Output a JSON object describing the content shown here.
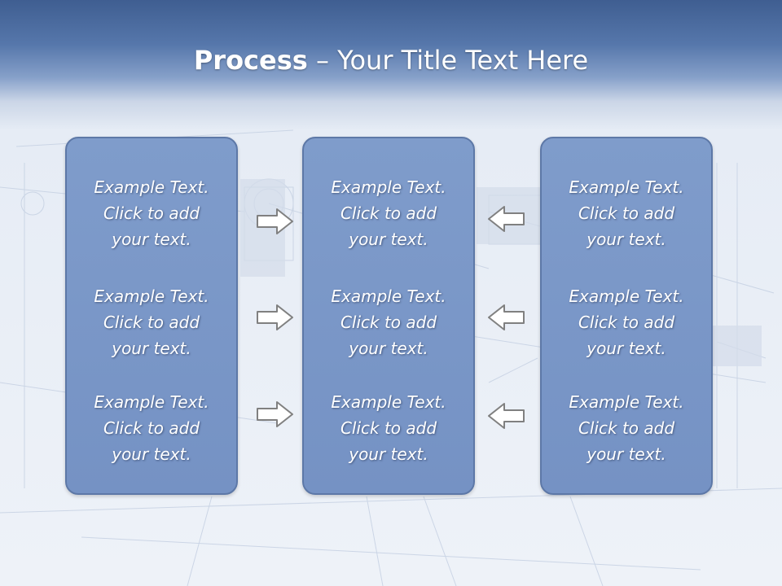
{
  "title": {
    "bold": "Process",
    "separator": " – ",
    "rest": "Your Title Text Here"
  },
  "columns": [
    {
      "paragraphs": [
        {
          "lines": [
            "Example Text.",
            "Click  to add",
            "your text."
          ]
        },
        {
          "lines": [
            "Example Text.",
            "Click  to add",
            "your text."
          ]
        },
        {
          "lines": [
            "Example Text.",
            "Click  to add",
            "your text."
          ]
        }
      ]
    },
    {
      "paragraphs": [
        {
          "lines": [
            "Example Text.",
            "Click  to add",
            "your text."
          ]
        },
        {
          "lines": [
            "Example Text.",
            "Click  to add",
            "your text."
          ]
        },
        {
          "lines": [
            "Example Text.",
            "Click  to add",
            "your text."
          ]
        }
      ]
    },
    {
      "paragraphs": [
        {
          "lines": [
            "Example Text.",
            "Click  to add",
            "your text."
          ]
        },
        {
          "lines": [
            "Example Text.",
            "Click  to add",
            "your text."
          ]
        },
        {
          "lines": [
            "Example Text.",
            "Click  to add",
            "your text."
          ]
        }
      ]
    }
  ],
  "arrows": {
    "left_group": "right-arrow-icon",
    "right_group": "left-arrow-icon"
  },
  "colors": {
    "title_bar": "#4a679b",
    "box_fill": "#7a97c8",
    "box_border": "#5d78a7",
    "arrow_fill": "#ffffff",
    "arrow_stroke": "#808080"
  }
}
